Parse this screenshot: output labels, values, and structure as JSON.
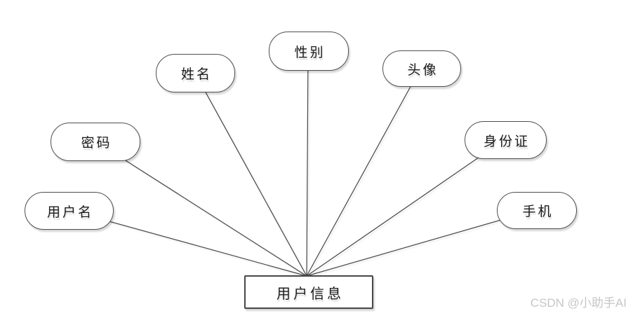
{
  "diagram": {
    "title": "user-info-er-diagram",
    "entity": {
      "label": "用户信息"
    },
    "attributes": [
      {
        "label": "用户名"
      },
      {
        "label": "密码"
      },
      {
        "label": "姓名"
      },
      {
        "label": "性别"
      },
      {
        "label": "头像"
      },
      {
        "label": "身份证"
      },
      {
        "label": "手机"
      }
    ],
    "colors": {
      "stroke": "#454545",
      "node_fill": "#ffffff",
      "background": "#ffffff",
      "watermark_text": "#c6c6c6"
    }
  },
  "watermark": {
    "text": "CSDN @小助手AI"
  }
}
